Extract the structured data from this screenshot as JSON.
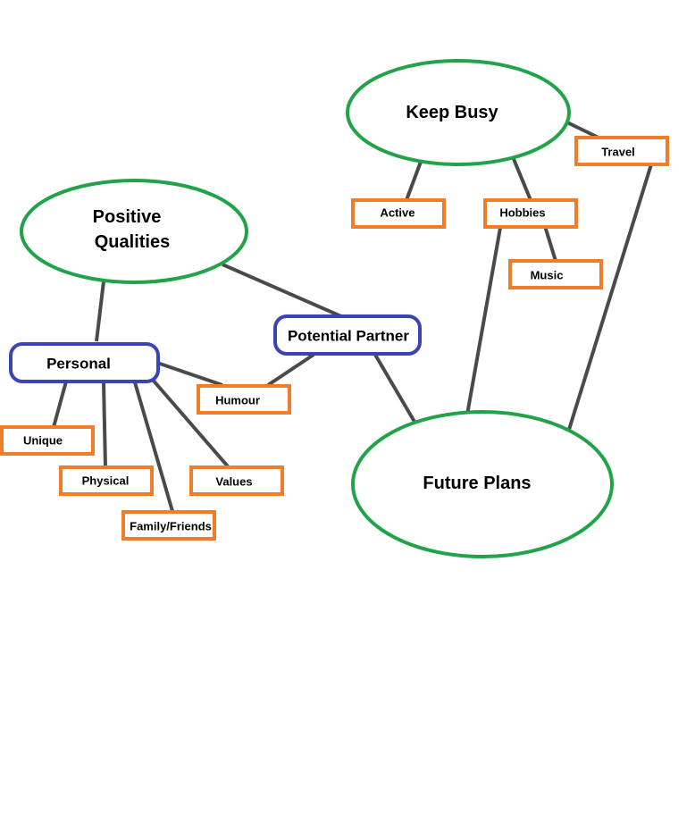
{
  "colors": {
    "ellipse_border": "#22a34a",
    "partner_border": "#3a44b8",
    "leaf_border": "#f07d2a",
    "connector": "#4a4a4a",
    "background": "#ffffff",
    "text": "#000000"
  },
  "nodes": {
    "keep_busy": "Keep Busy",
    "positive_qualities_line1": "Positive",
    "positive_qualities_line2": "Qualities",
    "future_plans": "Future Plans",
    "potential_partner": "Potential Partner",
    "personal": "Personal",
    "travel": "Travel",
    "active": "Active",
    "hobbies": "Hobbies",
    "music": "Music",
    "humour": "Humour",
    "unique": "Unique",
    "physical": "Physical",
    "values": "Values",
    "family_friends": "Family/Friends"
  }
}
